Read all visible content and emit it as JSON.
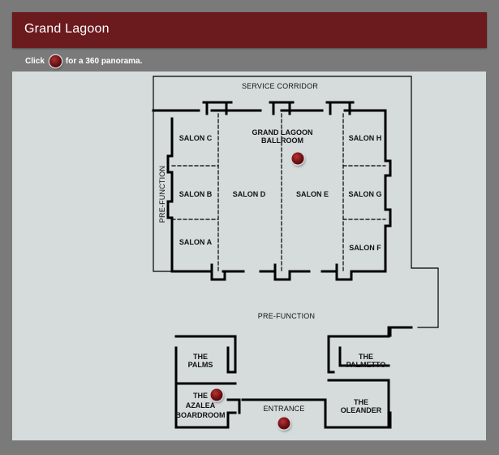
{
  "header": {
    "title": "Grand Lagoon"
  },
  "hint": {
    "before": "Click",
    "after": "for a 360 panorama."
  },
  "rooms": {
    "service_corridor": "SERVICE CORRIDOR",
    "ballroom_line1": "GRAND LAGOON",
    "ballroom_line2": "BALLROOM",
    "salon_a": "SALON A",
    "salon_b": "SALON B",
    "salon_c": "SALON C",
    "salon_d": "SALON D",
    "salon_e": "SALON E",
    "salon_f": "SALON F",
    "salon_g": "SALON G",
    "salon_h": "SALON H",
    "prefunction_left": "PRE-FUNCTION",
    "prefunction_center": "PRE-FUNCTION",
    "palms_line1": "THE",
    "palms_line2": "PALMS",
    "palmetto_line1": "THE",
    "palmetto_line2": "PALMETTO",
    "azalea_line1": "THE",
    "azalea_line2": "AZALEA",
    "azalea_line3": "BOARDROOM",
    "entrance": "ENTRANCE",
    "oleander_line1": "THE",
    "oleander_line2": "OLEANDER"
  },
  "colors": {
    "header_bg": "#6b1a1e",
    "map_bg": "#d6dcdc",
    "marker": "#7a1014"
  },
  "icons": {
    "panorama_marker": "panorama-dot-icon"
  }
}
